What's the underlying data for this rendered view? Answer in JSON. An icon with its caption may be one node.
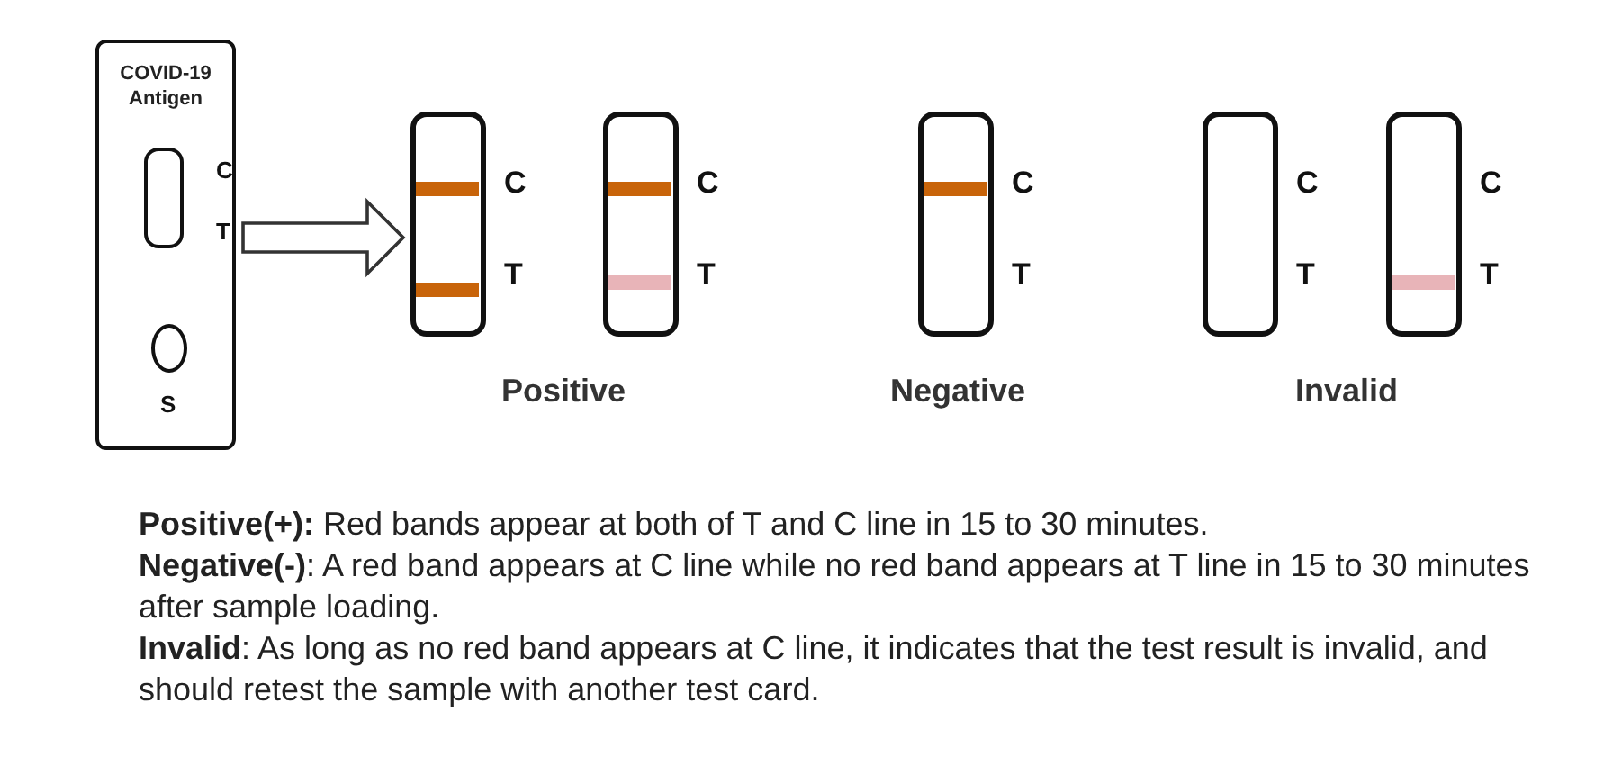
{
  "diagram": {
    "nodes": [
      {
        "text": [
          "COVID-19 Antigen"
        ]
      },
      {
        "text": [],
        "shape": "box",
        "in": 0,
        "beside": [
          "C",
          "T"
        ]
      },
      {
        "text": [],
        "shape": "oval",
        "in": 0,
        "beside": [
          "S"
        ]
      },
      {
        "text": [],
        "shape": "box",
        "beside": [
          "C",
          "T"
        ]
      },
      {
        "text": [],
        "shape": "box",
        "beside": [
          "C",
          "T"
        ]
      },
      {
        "text": [],
        "shape": "box",
        "beside": [
          "C",
          "T"
        ]
      },
      {
        "text": [],
        "shape": "box",
        "beside": [
          "C",
          "T"
        ]
      },
      {
        "text": [],
        "shape": "box",
        "beside": [
          "C",
          "T"
        ]
      }
    ],
    "edges": [
      {
        "from": 0,
        "to": 3,
        "arrow": "to"
      }
    ],
    "labels": [
      "Positive",
      "Negative",
      "Invalid",
      "**Positive(+):** Red bands appear at both of T and C line in 15 to 30 minutes.",
      "**Negative(-)**: A red band appears at C line while no red band appears at T line in 15 to 30 minutes after sample loading.",
      "**Invalid**: As long as no red band appears at C line, it indicates that the test result is invalid, and should retest the sample with another test card."
    ]
  }
}
